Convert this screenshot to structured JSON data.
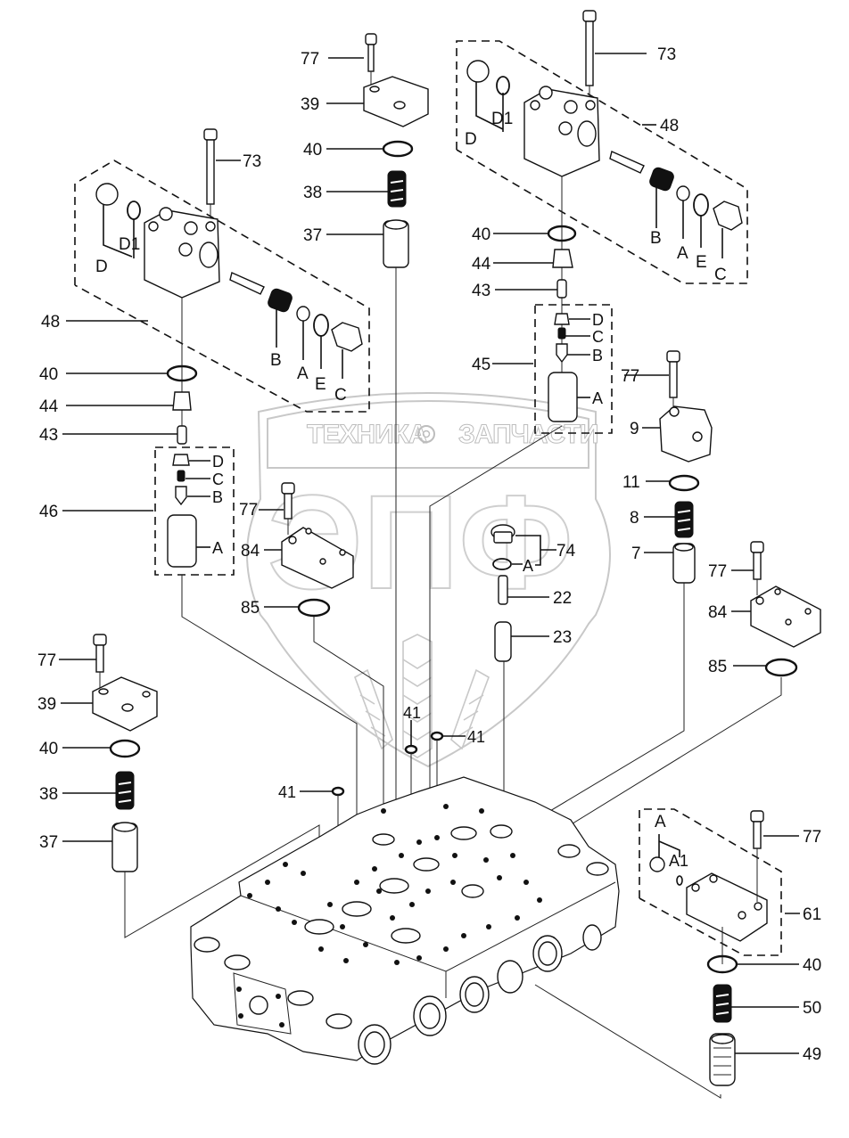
{
  "diagram": {
    "type": "exploded parts diagram",
    "subject": "hydraulic control valve assembly"
  },
  "watermark": {
    "left_text": "ТЕХНИКА",
    "right_text": "ЗАПЧАСТИ",
    "logo_letters": "ЭПФ",
    "gear_icon": "gear-icon",
    "color": "#c8c8c8"
  },
  "callouts": {
    "top_center": {
      "c77": "77",
      "c39": "39",
      "c40": "40",
      "c38": "38",
      "c37": "37"
    },
    "top_right": {
      "c73": "73",
      "c48": "48",
      "D": "D",
      "D1": "D1",
      "B": "B",
      "A": "A",
      "E": "E",
      "C": "C",
      "c40": "40",
      "c44": "44",
      "c43": "43"
    },
    "top_left": {
      "c73": "73",
      "c48": "48",
      "D": "D",
      "D1": "D1",
      "B": "B",
      "A": "A",
      "E": "E",
      "C": "C",
      "c40": "40",
      "c44": "44",
      "c43": "43"
    },
    "sub46": {
      "c46": "46",
      "D": "D",
      "C": "C",
      "B": "B",
      "A": "A"
    },
    "sub45": {
      "c45": "45",
      "D": "D",
      "C": "C",
      "B": "B",
      "A": "A"
    },
    "right_mid": {
      "c77": "77",
      "c9": "9",
      "c11": "11",
      "c8": "8",
      "c7": "7"
    },
    "center": {
      "c77": "77",
      "c84": "84",
      "c85": "85",
      "c74": "74",
      "A": "A",
      "c22": "22",
      "c23": "23"
    },
    "right_lower": {
      "c77": "77",
      "c84": "84",
      "c85": "85"
    },
    "left_lower": {
      "c77": "77",
      "c39": "39",
      "c40": "40",
      "c38": "38",
      "c37": "37"
    },
    "body": {
      "c41a": "41",
      "c41b": "41",
      "c41c": "41"
    },
    "bottom_right": {
      "A": "A",
      "A1": "A1",
      "c77": "77",
      "c61": "61",
      "c40": "40",
      "c50": "50",
      "c49": "49"
    }
  }
}
